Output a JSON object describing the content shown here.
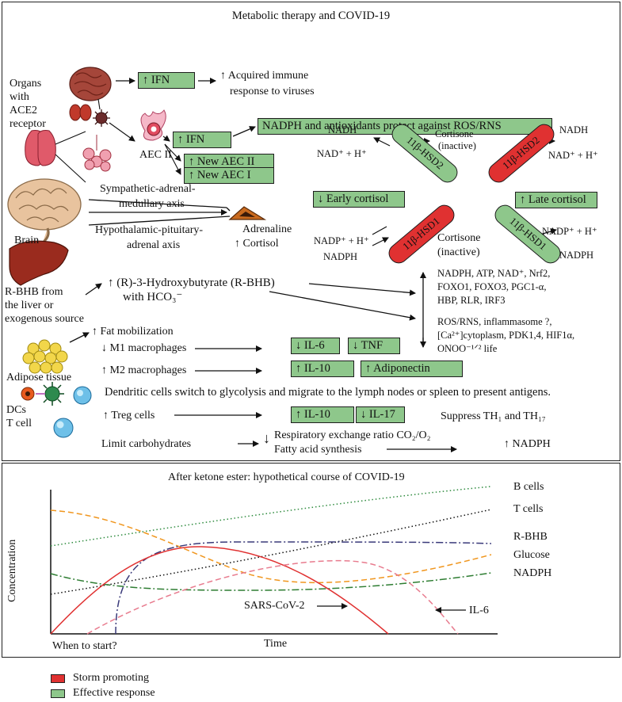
{
  "top": {
    "title": "Metabolic therapy and COVID-19",
    "organs_label": "Organs\nwith\nACE2\nreceptor",
    "ifn_box_1": "IFN",
    "acquired_1": "Acquired immune",
    "acquired_2": "response to viruses",
    "ifn_box_2": "IFN",
    "aec2_label": "AEC II",
    "new_aec2": "New AEC II",
    "new_aec1": "New AEC I",
    "nadph_box": "NADPH and antioxidants protect against ROS/RNS",
    "sam_1": "Sympathetic-adrenal-",
    "sam_2": "medullary axis",
    "hpa_1": "Hypothalamic-pituitary-",
    "hpa_2": "adrenal axis",
    "brain_label": "Brain",
    "adrenaline": "Adrenaline",
    "cortisol": "Cortisol",
    "nadh_left": "NADH",
    "nad_left": "NAD⁺ + H⁺",
    "hsd2_left": "11β-HSD2",
    "cortisone_top_1": "Cortisone",
    "cortisone_top_2": "(inactive)",
    "hsd2_right": "11β-HSD2",
    "nadh_right": "NADH",
    "nad_right": "NAD⁺ + H⁺",
    "early_cortisol": "Early cortisol",
    "late_cortisol": "Late cortisol",
    "hsd1_left": "11β-HSD1",
    "hsd1_right": "11β-HSD1",
    "nadp_left": "NADP⁺ + H⁺",
    "nadph_left": "NADPH",
    "cortisone_bottom_1": "Cortisone",
    "cortisone_bottom_2": "(inactive)",
    "nadp_right": "NADP⁺ + H⁺",
    "nadph_right": "NADPH",
    "rbhb_source_1": "R-BHB from",
    "rbhb_source_2": "the liver or",
    "rbhb_source_3": "exogenous source",
    "rbhb_1": "(R)-3-Hydroxybutyrate (R-BHB)",
    "rbhb_2": "with HCO₃⁻",
    "up_list_1": "NADPH, ATP, NAD⁺, Nrf2,",
    "up_list_2": "FOXO1, FOXO3, PGC1-α,",
    "up_list_3": "HBP, RLR, IRF3",
    "down_list_1": "ROS/RNS, inflammasome ?,",
    "down_list_2": "[Ca²⁺]cytoplasm, PDK1,4, HIF1α,",
    "down_list_3": "ONOO⁻¹ᐟ² life",
    "fat_mob": "Fat mobilization",
    "m1": "M1 macrophages",
    "il6_box": "IL-6",
    "tnf_box": "TNF",
    "adipose": "Adipose tissue",
    "m2": "M2 macrophages",
    "il10_box_1": "IL-10",
    "adiponectin_box": "Adiponectin",
    "dcs_text": "Dendritic cells switch to glycolysis and migrate to the lymph nodes or spleen to present antigens.",
    "dcs_label": "DCs",
    "tcell_label": "T cell",
    "treg": "Treg cells",
    "il10_box_2": "IL-10",
    "il17_box": "IL-17",
    "suppress": "Suppress TH₁ and TH₁₇",
    "limit_carbs": "Limit carbohydrates",
    "rer": "Respiratory exchange ratio CO₂/O₂",
    "fas": "Fatty acid synthesis",
    "nadph_up": "NADPH"
  },
  "bottom": {
    "title": "After ketone ester: hypothetical course of COVID-19",
    "ylabel": "Concentration",
    "xlabel": "Time",
    "start_label": "When to start?",
    "sars_label": "SARS-CoV-2",
    "il6_label": "IL-6",
    "series_labels": [
      "B cells",
      "T cells",
      "R-BHB",
      "Glucose",
      "NADPH"
    ]
  },
  "legend": {
    "storm": "Storm promoting",
    "effective": "Effective response",
    "storm_color": "#e03131",
    "effective_color": "#8ec78b"
  },
  "colors": {
    "red": "#e03131",
    "green": "#8ec78b",
    "sars": "#e03131",
    "il6": "#e87b8e",
    "glucose": "#f0961e",
    "bcells": "#2e8b3e",
    "tcells": "#111111",
    "rbhb": "#3a3a7a",
    "nadph": "#2e7d32"
  }
}
